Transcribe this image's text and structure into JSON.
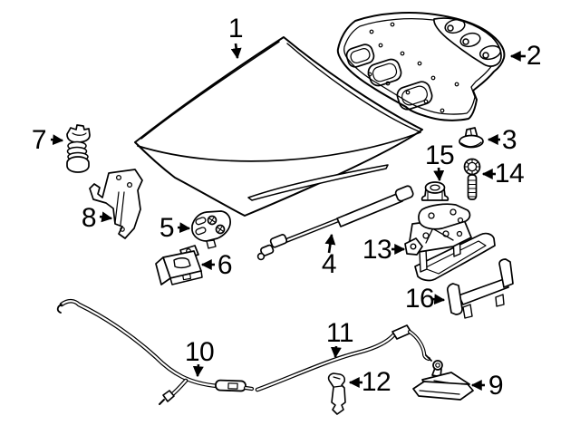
{
  "canvas": {
    "background_color": "#ffffff",
    "line_color": "#000000"
  },
  "callouts": {
    "c1": {
      "label": "1"
    },
    "c2": {
      "label": "2"
    },
    "c3": {
      "label": "3"
    },
    "c4": {
      "label": "4"
    },
    "c5": {
      "label": "5"
    },
    "c6": {
      "label": "6"
    },
    "c7": {
      "label": "7"
    },
    "c8": {
      "label": "8"
    },
    "c9": {
      "label": "9"
    },
    "c10": {
      "label": "10"
    },
    "c11": {
      "label": "11"
    },
    "c12": {
      "label": "12"
    },
    "c13": {
      "label": "13"
    },
    "c14": {
      "label": "14"
    },
    "c15": {
      "label": "15"
    },
    "c16": {
      "label": "16"
    }
  }
}
